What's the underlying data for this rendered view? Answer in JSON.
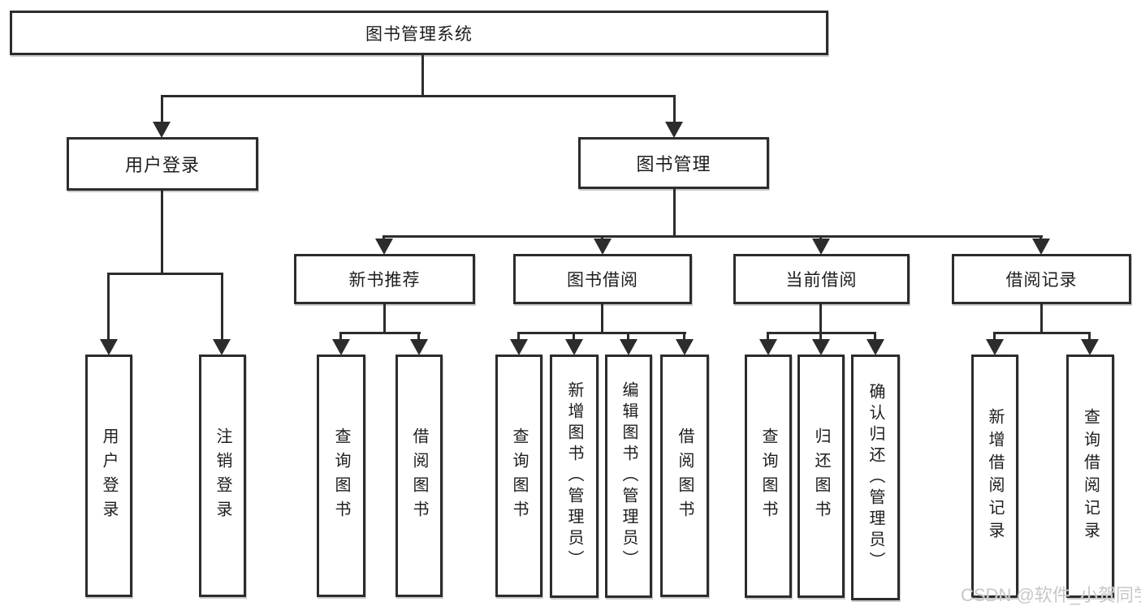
{
  "diagram": {
    "title": "图书管理系统",
    "level2": {
      "user_login": "用户登录",
      "book_mgmt": "图书管理"
    },
    "level3": {
      "new_books": "新书推荐",
      "book_borrow": "图书借阅",
      "current_borrow": "当前借阅",
      "borrow_records": "借阅记录"
    },
    "leaves": {
      "user_login": "用户登录",
      "logout": "注销登录",
      "nb_query": "查询图书",
      "nb_borrow": "借阅图书",
      "bb_query": "查询图书",
      "bb_add": "新增图书（管理员）",
      "bb_edit": "编辑图书（管理员）",
      "bb_borrow": "借阅图书",
      "cb_query": "查询图书",
      "cb_return": "归还图书",
      "cb_confirm": "确认归还（管理员）",
      "br_add": "新增借阅记录",
      "br_query": "查询借阅记录"
    }
  },
  "watermark": "CSDN @软件_小贺同学",
  "colors": {
    "line": "#2c2c2c",
    "text": "#1d1d1d",
    "watermark": "#c7c7c7",
    "background": "#ffffff"
  }
}
